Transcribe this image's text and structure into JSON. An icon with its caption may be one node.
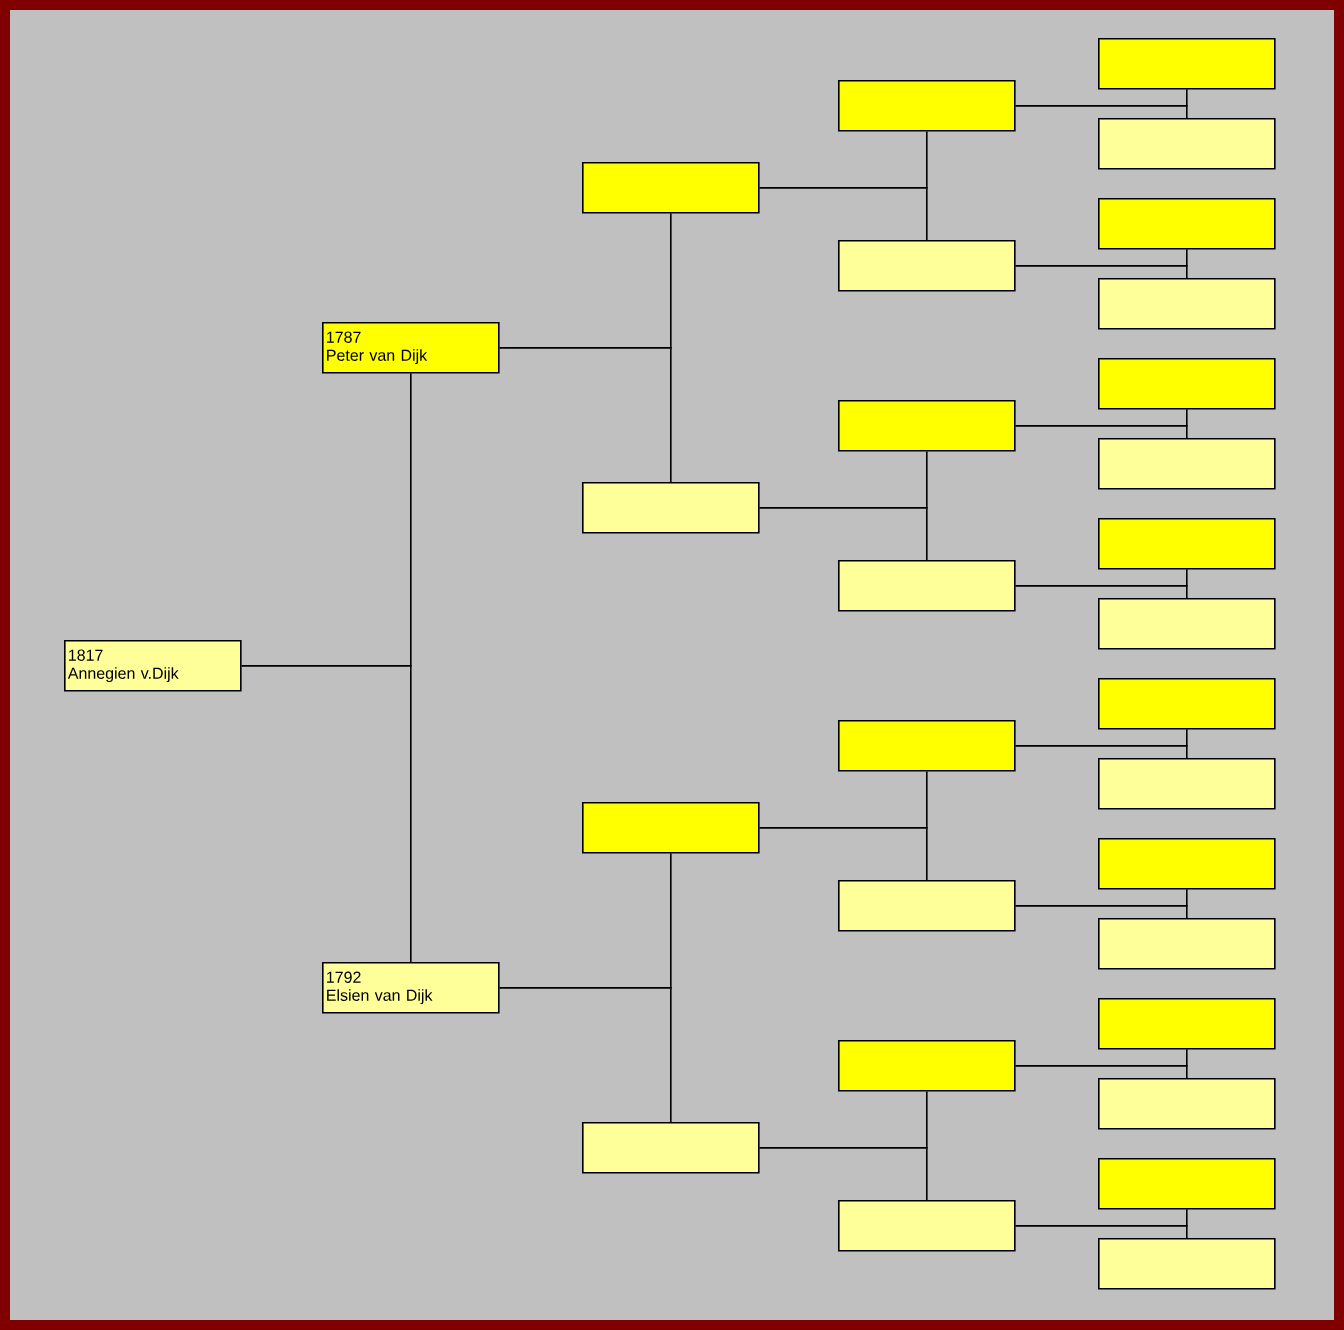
{
  "diagram": {
    "nodes": [
      {
        "text": [
          "1817",
          "Annegien v.Dijk"
        ]
      },
      {
        "text": [
          "1787",
          "Peter van Dijk"
        ]
      },
      {
        "text": [
          "1792",
          "Elsien van Dijk"
        ]
      },
      {
        "text": [],
        "shape": "box"
      },
      {
        "text": [],
        "shape": "box"
      },
      {
        "text": [],
        "shape": "box"
      },
      {
        "text": [],
        "shape": "box"
      },
      {
        "text": [],
        "shape": "box"
      },
      {
        "text": [],
        "shape": "box"
      },
      {
        "text": [],
        "shape": "box"
      },
      {
        "text": [],
        "shape": "box"
      },
      {
        "text": [],
        "shape": "box"
      },
      {
        "text": [],
        "shape": "box"
      },
      {
        "text": [],
        "shape": "box"
      },
      {
        "text": [],
        "shape": "box"
      },
      {
        "text": [],
        "shape": "box"
      },
      {
        "text": [],
        "shape": "box"
      },
      {
        "text": [],
        "shape": "box"
      },
      {
        "text": [],
        "shape": "box"
      },
      {
        "text": [],
        "shape": "box"
      },
      {
        "text": [],
        "shape": "box"
      },
      {
        "text": [],
        "shape": "box"
      },
      {
        "text": [],
        "shape": "box"
      },
      {
        "text": [],
        "shape": "box"
      },
      {
        "text": [],
        "shape": "box"
      },
      {
        "text": [],
        "shape": "box"
      },
      {
        "text": [],
        "shape": "box"
      },
      {
        "text": [],
        "shape": "box"
      },
      {
        "text": [],
        "shape": "box"
      },
      {
        "text": [],
        "shape": "box"
      },
      {
        "text": [],
        "shape": "box"
      }
    ],
    "edges": [
      {
        "from": 0,
        "to": 1,
        "arrow": "none"
      },
      {
        "from": 0,
        "to": 2,
        "arrow": "none"
      },
      {
        "from": 1,
        "to": 3,
        "arrow": "none"
      },
      {
        "from": 1,
        "to": 4,
        "arrow": "none"
      },
      {
        "from": 2,
        "to": 5,
        "arrow": "none"
      },
      {
        "from": 2,
        "to": 6,
        "arrow": "none"
      },
      {
        "from": 3,
        "to": 7,
        "arrow": "none"
      },
      {
        "from": 3,
        "to": 8,
        "arrow": "none"
      },
      {
        "from": 4,
        "to": 9,
        "arrow": "none"
      },
      {
        "from": 4,
        "to": 10,
        "arrow": "none"
      },
      {
        "from": 5,
        "to": 11,
        "arrow": "none"
      },
      {
        "from": 5,
        "to": 12,
        "arrow": "none"
      },
      {
        "from": 6,
        "to": 13,
        "arrow": "none"
      },
      {
        "from": 6,
        "to": 14,
        "arrow": "none"
      },
      {
        "from": 7,
        "to": 15,
        "arrow": "none"
      },
      {
        "from": 7,
        "to": 16,
        "arrow": "none"
      },
      {
        "from": 8,
        "to": 17,
        "arrow": "none"
      },
      {
        "from": 8,
        "to": 18,
        "arrow": "none"
      },
      {
        "from": 9,
        "to": 19,
        "arrow": "none"
      },
      {
        "from": 9,
        "to": 20,
        "arrow": "none"
      },
      {
        "from": 10,
        "to": 21,
        "arrow": "none"
      },
      {
        "from": 10,
        "to": 22,
        "arrow": "none"
      },
      {
        "from": 11,
        "to": 23,
        "arrow": "none"
      },
      {
        "from": 11,
        "to": 24,
        "arrow": "none"
      },
      {
        "from": 12,
        "to": 25,
        "arrow": "none"
      },
      {
        "from": 12,
        "to": 26,
        "arrow": "none"
      },
      {
        "from": 13,
        "to": 27,
        "arrow": "none"
      },
      {
        "from": 13,
        "to": 28,
        "arrow": "none"
      },
      {
        "from": 14,
        "to": 29,
        "arrow": "none"
      },
      {
        "from": 14,
        "to": 30,
        "arrow": "none"
      }
    ]
  }
}
